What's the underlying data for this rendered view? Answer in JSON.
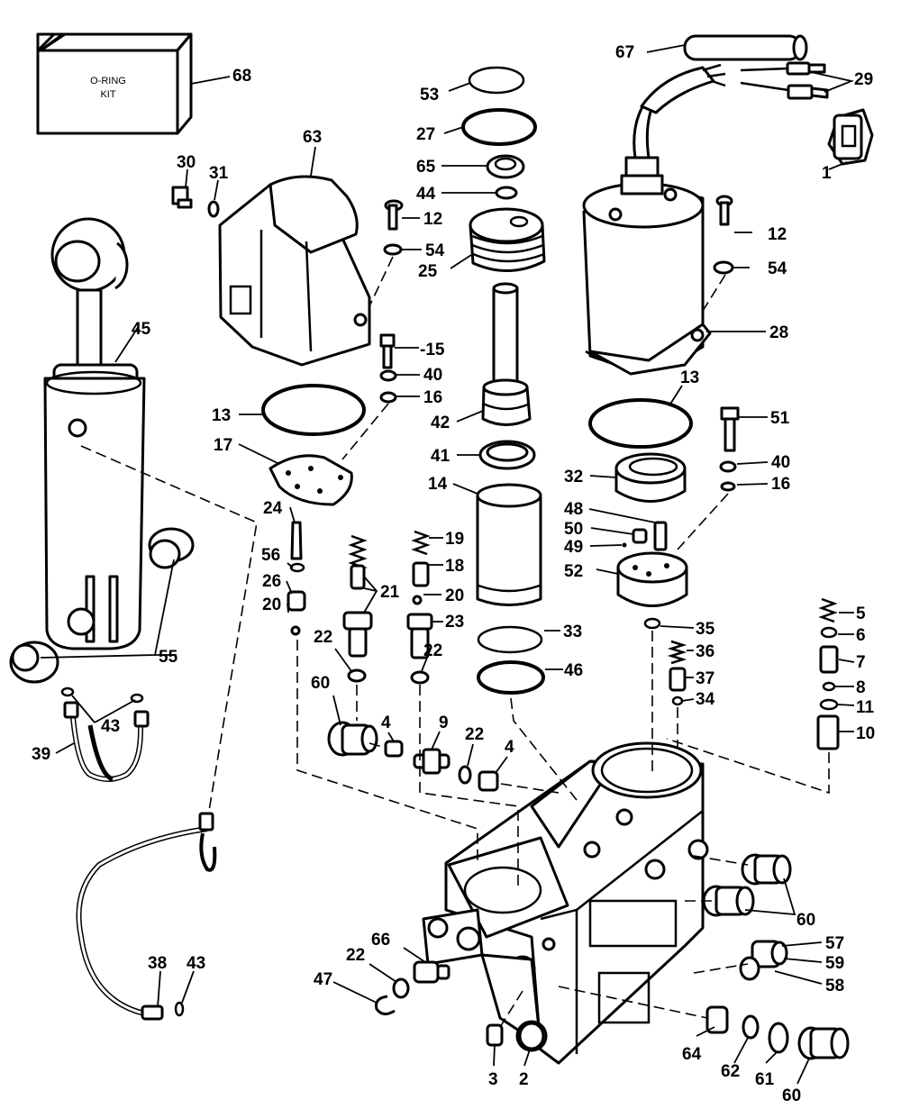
{
  "kit_box": {
    "line1": "O-RING",
    "line2": "KIT"
  },
  "callouts": [
    {
      "id": "c68",
      "text": "68"
    },
    {
      "id": "c67",
      "text": "67"
    },
    {
      "id": "c53",
      "text": "53"
    },
    {
      "id": "c29",
      "text": "29"
    },
    {
      "id": "c27",
      "text": "27"
    },
    {
      "id": "c63",
      "text": "63"
    },
    {
      "id": "c1",
      "text": "1"
    },
    {
      "id": "c65",
      "text": "65"
    },
    {
      "id": "c30",
      "text": "30"
    },
    {
      "id": "c31",
      "text": "31"
    },
    {
      "id": "c44",
      "text": "44"
    },
    {
      "id": "c12a",
      "text": "12"
    },
    {
      "id": "c12b",
      "text": "12"
    },
    {
      "id": "c54a",
      "text": "54"
    },
    {
      "id": "c54b",
      "text": "54"
    },
    {
      "id": "c25",
      "text": "25"
    },
    {
      "id": "c45",
      "text": "45"
    },
    {
      "id": "c28",
      "text": "28"
    },
    {
      "id": "c15",
      "text": "-15"
    },
    {
      "id": "c40a",
      "text": "40"
    },
    {
      "id": "c16a",
      "text": "16"
    },
    {
      "id": "c13a",
      "text": "13"
    },
    {
      "id": "c13b",
      "text": "13"
    },
    {
      "id": "c42",
      "text": "42"
    },
    {
      "id": "c51",
      "text": "51"
    },
    {
      "id": "c17",
      "text": "17"
    },
    {
      "id": "c41",
      "text": "41"
    },
    {
      "id": "c40b",
      "text": "40"
    },
    {
      "id": "c32",
      "text": "32"
    },
    {
      "id": "c14",
      "text": "14"
    },
    {
      "id": "c16b",
      "text": "16"
    },
    {
      "id": "c24",
      "text": "24"
    },
    {
      "id": "c48",
      "text": "48"
    },
    {
      "id": "c19",
      "text": "19"
    },
    {
      "id": "c50",
      "text": "50"
    },
    {
      "id": "c49",
      "text": "49"
    },
    {
      "id": "c56",
      "text": "56"
    },
    {
      "id": "c18",
      "text": "18"
    },
    {
      "id": "c52",
      "text": "52"
    },
    {
      "id": "c26",
      "text": "26"
    },
    {
      "id": "c21",
      "text": "21"
    },
    {
      "id": "c20a",
      "text": "20"
    },
    {
      "id": "c20b",
      "text": "20"
    },
    {
      "id": "c5",
      "text": "5"
    },
    {
      "id": "c23",
      "text": "23"
    },
    {
      "id": "c6",
      "text": "6"
    },
    {
      "id": "c35",
      "text": "35"
    },
    {
      "id": "c33",
      "text": "33"
    },
    {
      "id": "c55",
      "text": "55"
    },
    {
      "id": "c22a",
      "text": "22"
    },
    {
      "id": "c22b",
      "text": "22"
    },
    {
      "id": "c7",
      "text": "7"
    },
    {
      "id": "c36",
      "text": "36"
    },
    {
      "id": "c60a",
      "text": "60"
    },
    {
      "id": "c46",
      "text": "46"
    },
    {
      "id": "c37",
      "text": "37"
    },
    {
      "id": "c8",
      "text": "8"
    },
    {
      "id": "c43a",
      "text": "43"
    },
    {
      "id": "c34",
      "text": "34"
    },
    {
      "id": "c11",
      "text": "11"
    },
    {
      "id": "c4a",
      "text": "4"
    },
    {
      "id": "c9",
      "text": "9"
    },
    {
      "id": "c22c",
      "text": "22"
    },
    {
      "id": "c10",
      "text": "10"
    },
    {
      "id": "c4b",
      "text": "4"
    },
    {
      "id": "c39",
      "text": "39"
    },
    {
      "id": "c60b",
      "text": "60"
    },
    {
      "id": "c66",
      "text": "66"
    },
    {
      "id": "c57",
      "text": "57"
    },
    {
      "id": "c38",
      "text": "38"
    },
    {
      "id": "c43b",
      "text": "43"
    },
    {
      "id": "c22d",
      "text": "22"
    },
    {
      "id": "c59",
      "text": "59"
    },
    {
      "id": "c47",
      "text": "47"
    },
    {
      "id": "c58",
      "text": "58"
    },
    {
      "id": "c64",
      "text": "64"
    },
    {
      "id": "c3",
      "text": "3"
    },
    {
      "id": "c2",
      "text": "2"
    },
    {
      "id": "c62",
      "text": "62"
    },
    {
      "id": "c61",
      "text": "61"
    },
    {
      "id": "c60c",
      "text": "60"
    }
  ]
}
